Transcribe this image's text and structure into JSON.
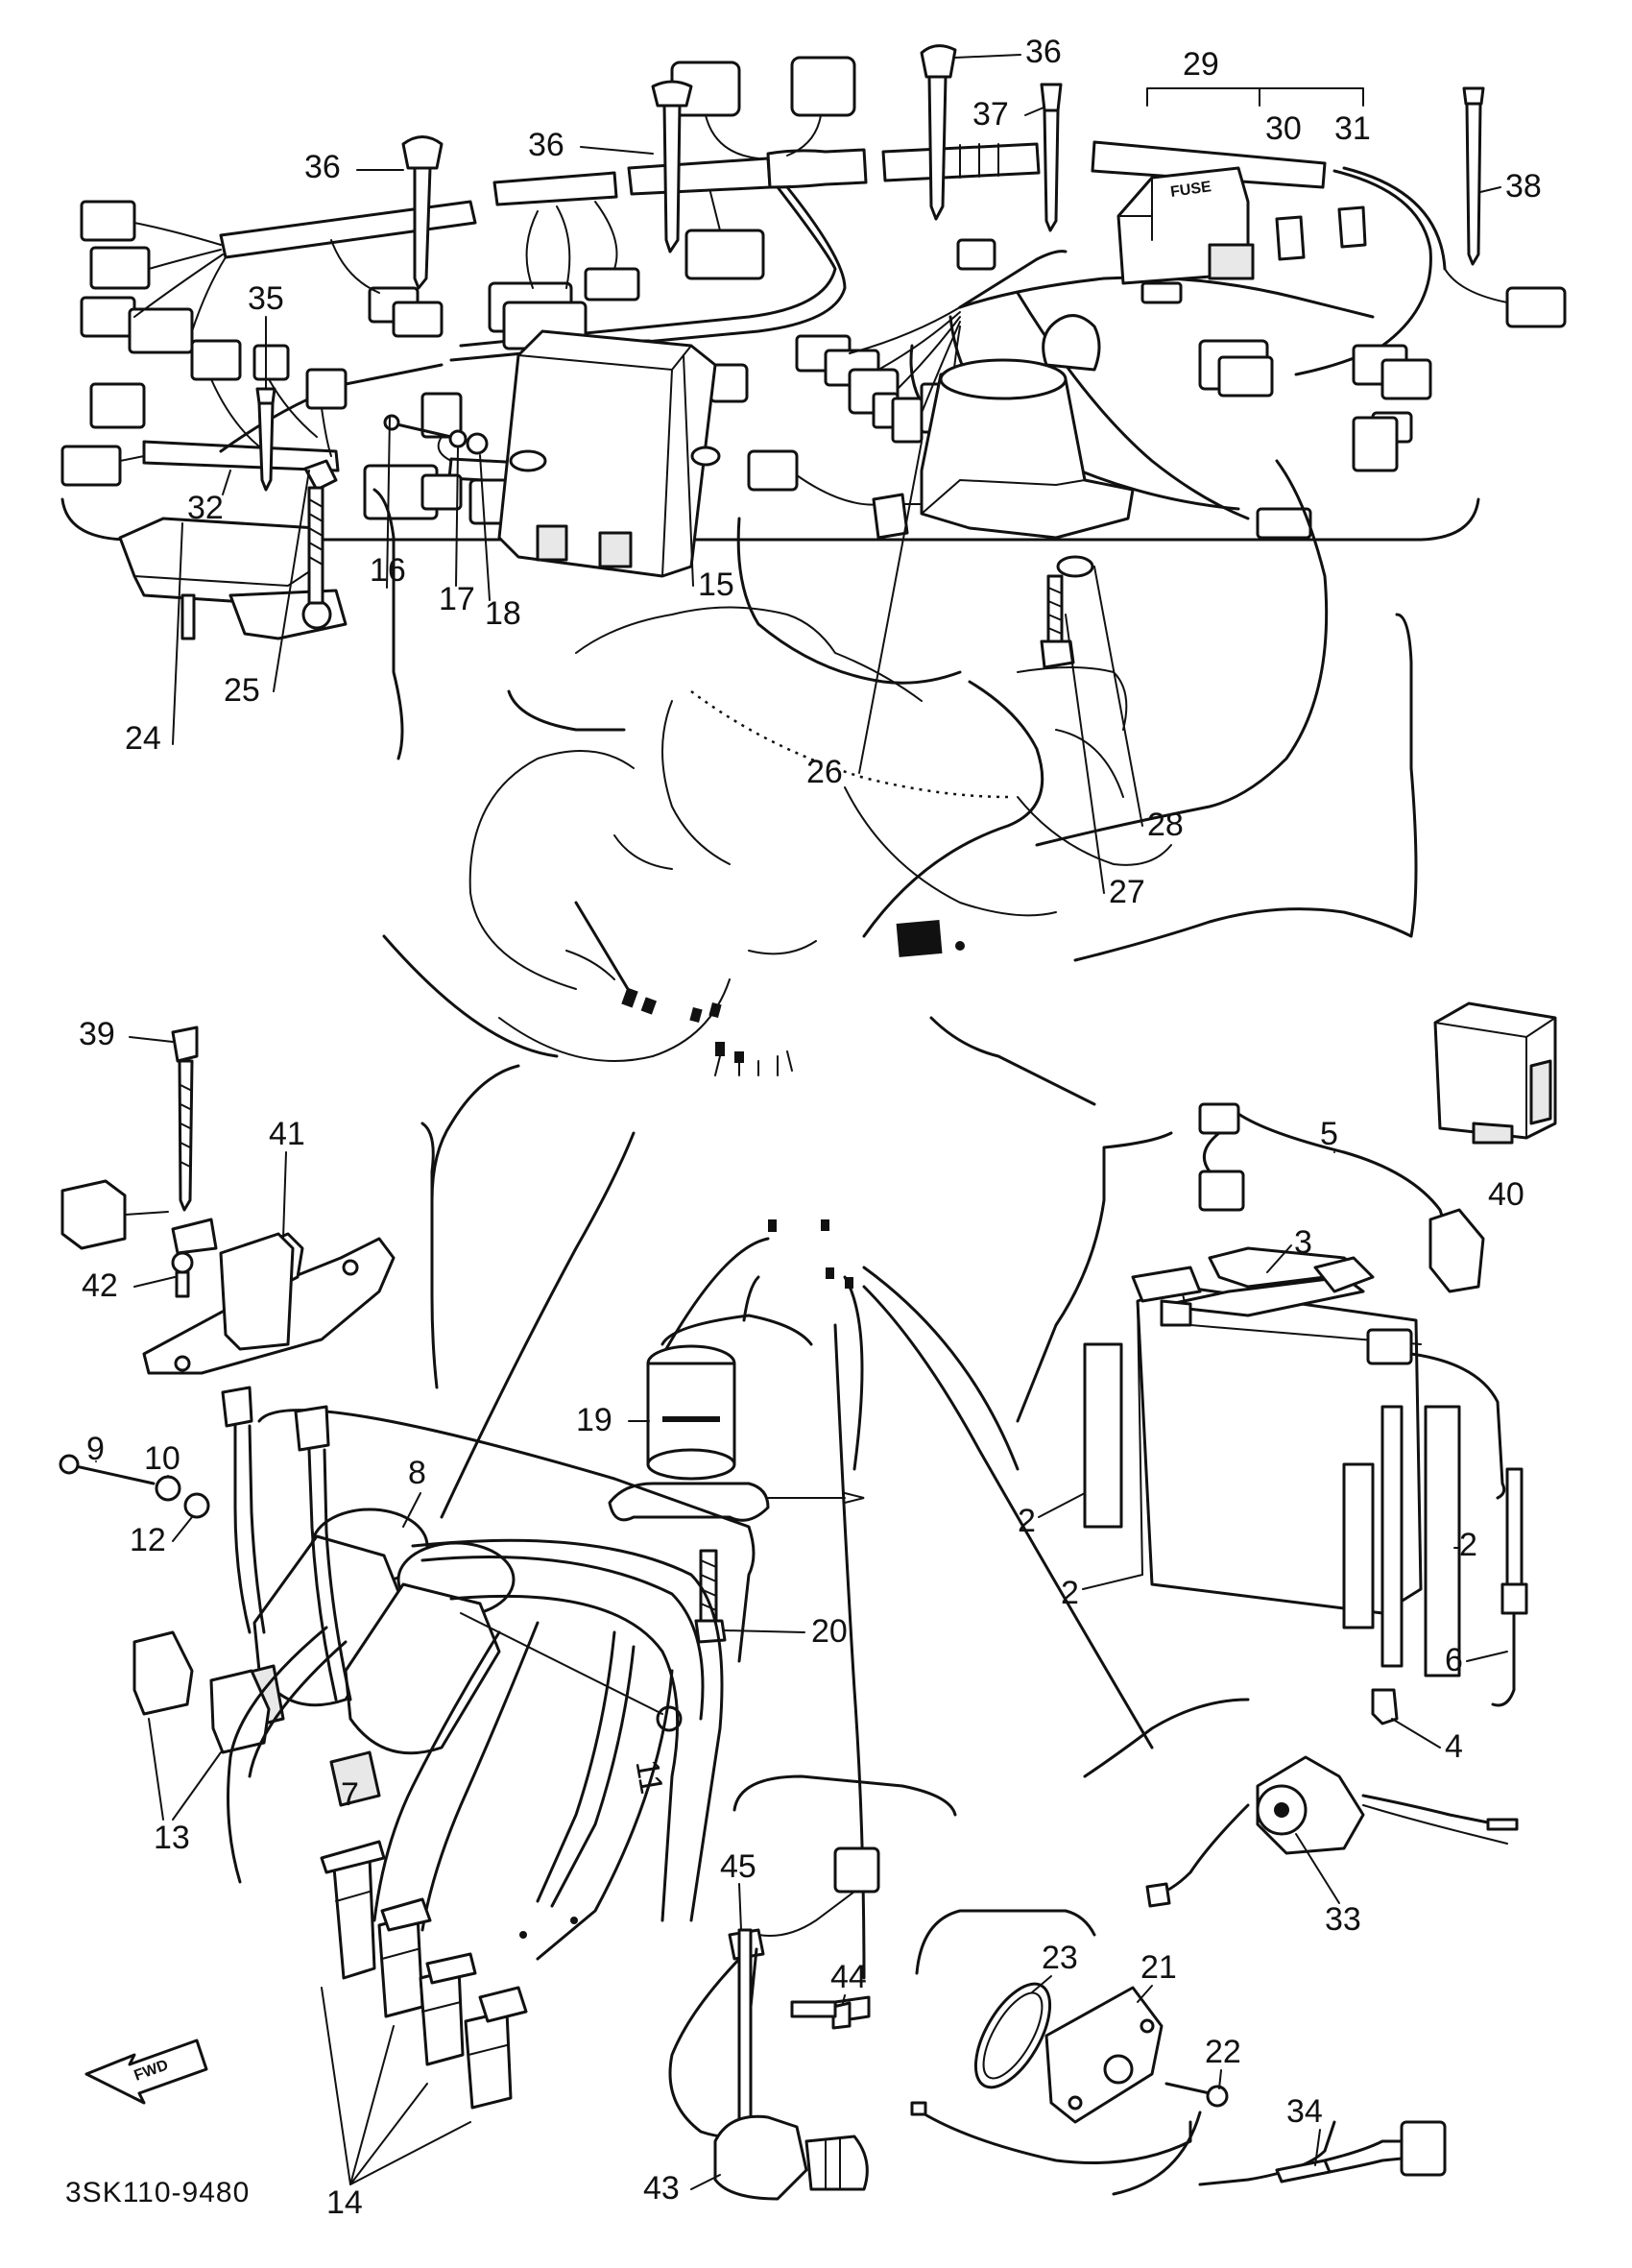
{
  "diagram_code": "3SK110-9480",
  "fwd_label": "FWD",
  "fuse_text": "FUSE",
  "callouts": {
    "c2": "2",
    "c3": "3",
    "c4": "4",
    "c5": "5",
    "c6": "6",
    "c7": "7",
    "c8": "8",
    "c9": "9",
    "c10": "10",
    "c11": "11",
    "c12": "12",
    "c13": "13",
    "c14": "14",
    "c15": "15",
    "c16": "16",
    "c17": "17",
    "c18": "18",
    "c19": "19",
    "c20": "20",
    "c21": "21",
    "c22": "22",
    "c23": "23",
    "c24": "24",
    "c25": "25",
    "c26": "26",
    "c27": "27",
    "c28": "28",
    "c29": "29",
    "c30": "30",
    "c31": "31",
    "c32": "32",
    "c33": "33",
    "c34": "34",
    "c35": "35",
    "c36": "36",
    "c37": "37",
    "c38": "38",
    "c39": "39",
    "c40": "40",
    "c41": "41",
    "c42": "42",
    "c43": "43",
    "c44": "44",
    "c45": "45"
  }
}
